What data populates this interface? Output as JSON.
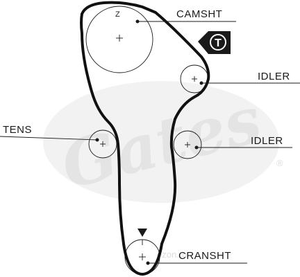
{
  "labels": {
    "camshaft": "CAMSHT",
    "idler_top": "IDLER",
    "idler_bottom": "IDLER",
    "tensioner": "TENS",
    "crankshaft": "CRANSHT",
    "timing_mark": "Z",
    "tensioner_badge": "T"
  },
  "watermark": {
    "brand": "Gates",
    "registered": "®",
    "site": "ozon.ru"
  },
  "icons": {
    "tensioner_badge": "T-in-circle arrow-tag-icon",
    "timing_mark": "triangle-down-icon"
  },
  "colors": {
    "belt": "#111111",
    "line": "#1a1a1a",
    "watermark": "#e4e4e4",
    "badge_bg": "#111111",
    "badge_fg": "#ffffff"
  }
}
